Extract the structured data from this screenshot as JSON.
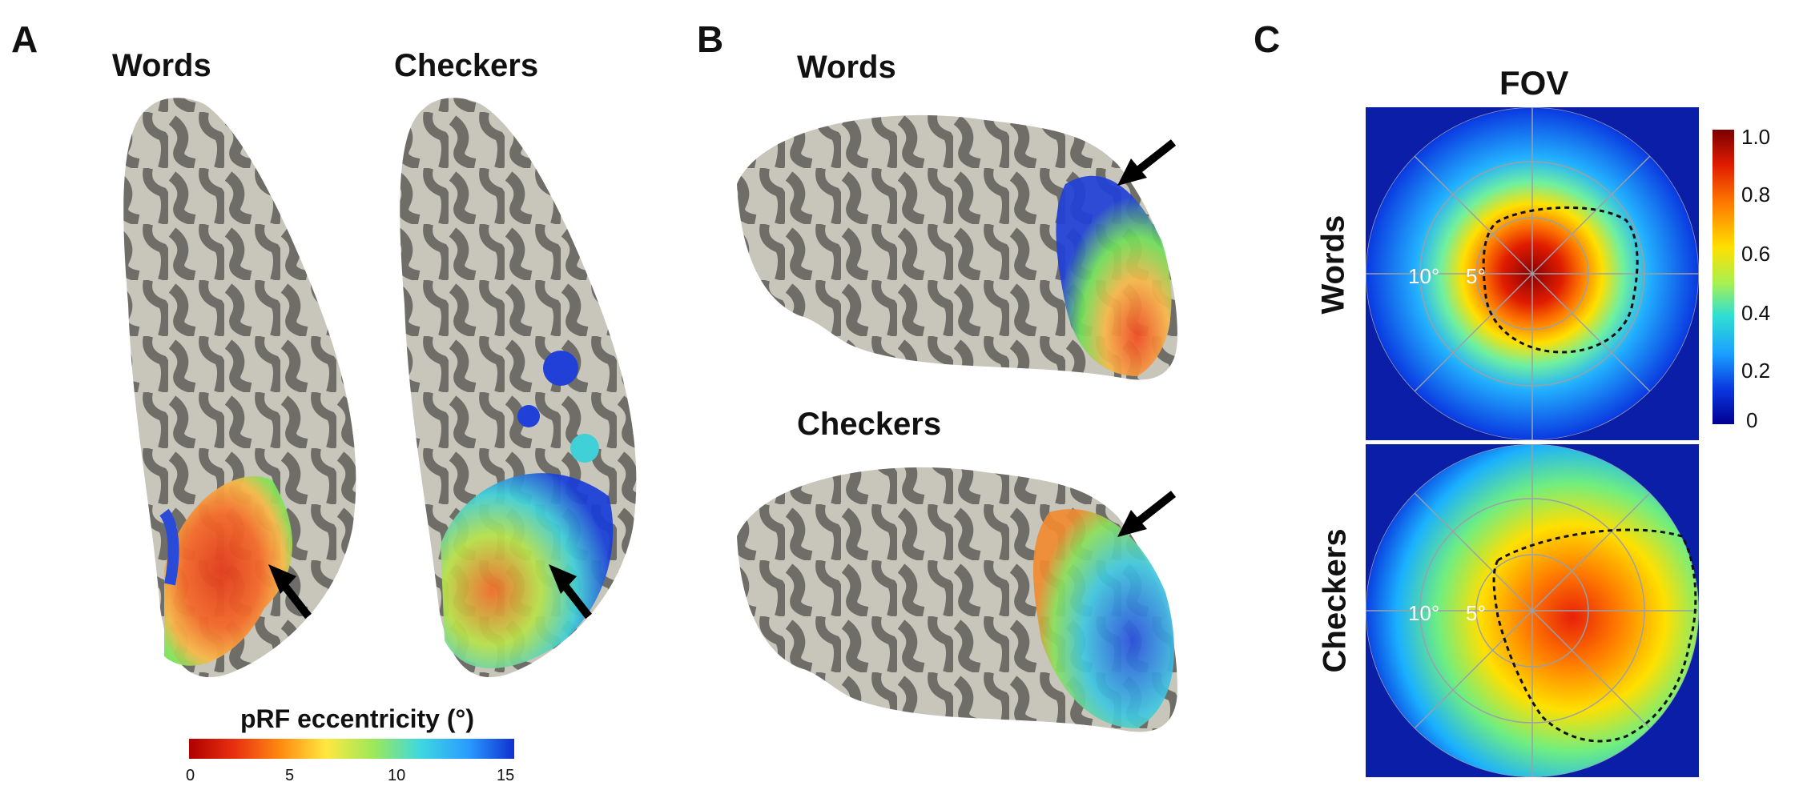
{
  "panels": {
    "A": {
      "letter": "A",
      "left_label": "Words",
      "right_label": "Checkers",
      "colorbar": {
        "title": "pRF eccentricity (°)",
        "ticks": [
          "0",
          "5",
          "10",
          "15"
        ],
        "colors": [
          "#b00000",
          "#e83010",
          "#ff8a10",
          "#ffe840",
          "#9be85a",
          "#3ed8e0",
          "#2a9bff",
          "#1030d0"
        ]
      }
    },
    "B": {
      "letter": "B",
      "top_label": "Words",
      "bottom_label": "Checkers"
    },
    "C": {
      "letter": "C",
      "title": "FOV",
      "rows": [
        "Words",
        "Checkers"
      ],
      "polar_labels": {
        "outer": "10°",
        "inner": "5°"
      },
      "colorbar": {
        "ticks": [
          "1.0",
          "0.8",
          "0.6",
          "0.4",
          "0.2",
          "0"
        ],
        "colors": [
          "#7a0000",
          "#e01c00",
          "#ff7a00",
          "#ffe000",
          "#a8f050",
          "#30e0d0",
          "#1aa0ff",
          "#0a38e0",
          "#000090"
        ]
      }
    }
  },
  "colors": {
    "sulcus": "#6f6d68",
    "gyrus": "#c8c6ba",
    "fov_background": "#0a1ea8",
    "arrow": "#000000"
  }
}
